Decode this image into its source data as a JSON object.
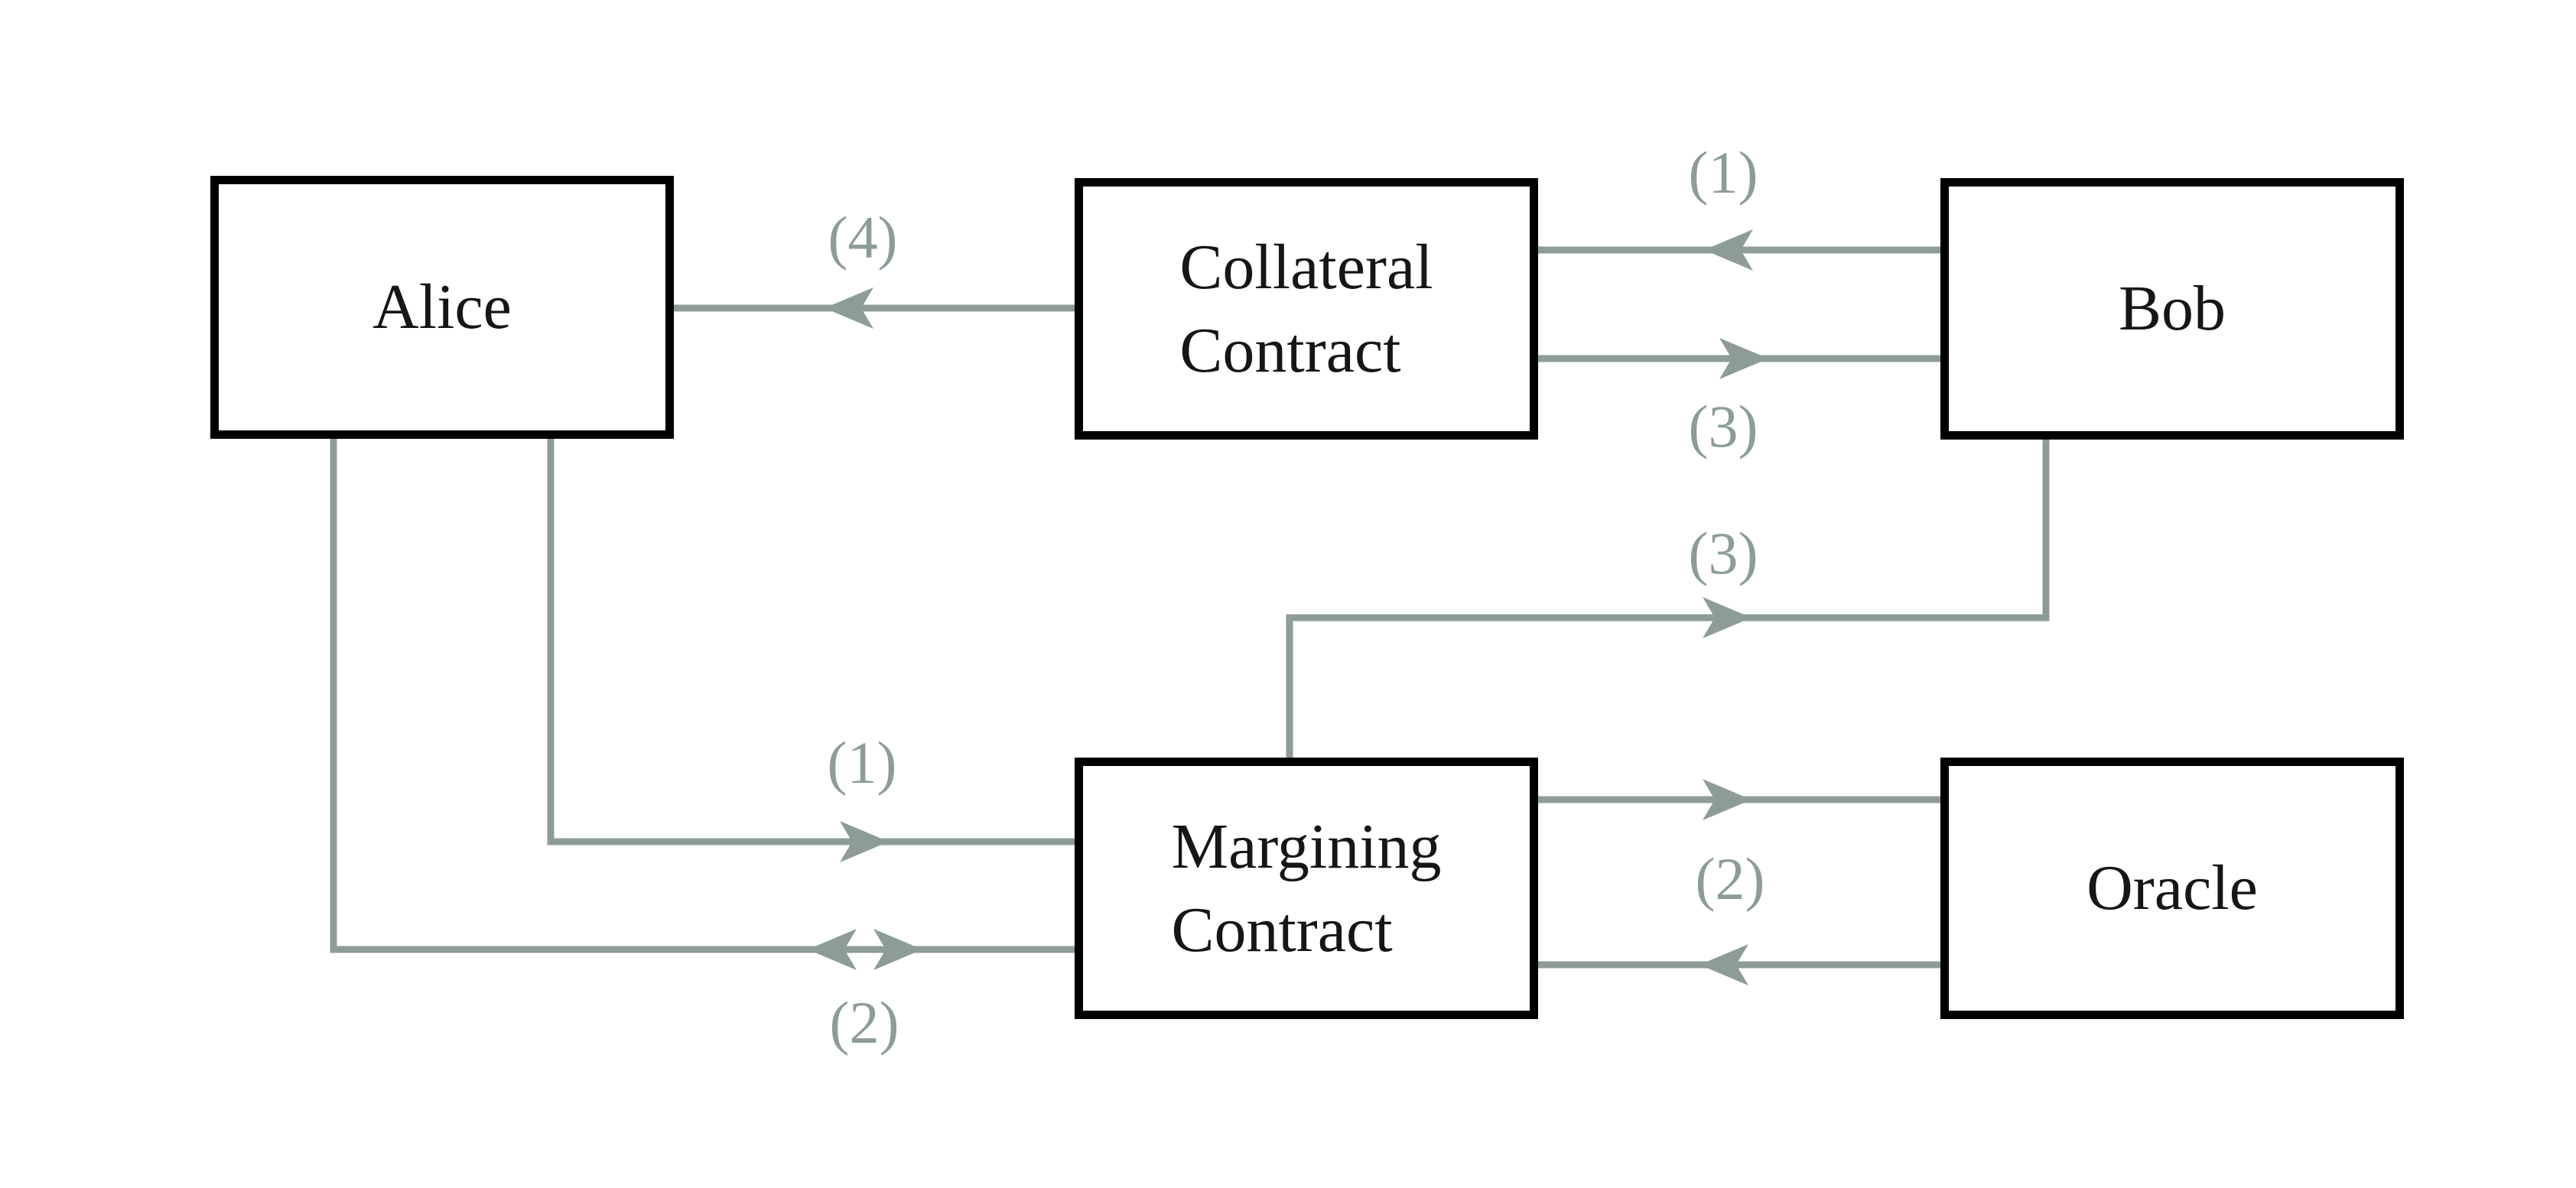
{
  "diagram": {
    "colors": {
      "line": "#8d9c96",
      "box_border": "#000000",
      "box_fill": "#ffffff",
      "text": "#161616",
      "background": "#ffffff"
    },
    "nodes": [
      {
        "id": "alice",
        "label": "Alice"
      },
      {
        "id": "collateral-contract",
        "label": "Collateral Contract"
      },
      {
        "id": "bob",
        "label": "Bob"
      },
      {
        "id": "margining-contract",
        "label": "Margining Contract"
      },
      {
        "id": "oracle",
        "label": "Oracle"
      }
    ],
    "edges": [
      {
        "id": "collateral-to-alice",
        "from": "Collateral Contract",
        "to": "Alice",
        "label": "(4)",
        "direction": "left"
      },
      {
        "id": "bob-to-collateral",
        "from": "Bob",
        "to": "Collateral Contract",
        "label": "(1)",
        "direction": "left"
      },
      {
        "id": "collateral-to-bob",
        "from": "Collateral Contract",
        "to": "Bob",
        "label": "(3)",
        "direction": "right"
      },
      {
        "id": "margining-to-bob",
        "from": "Margining Contract",
        "to": "Bob",
        "label": "(3)",
        "direction": "up-then-right"
      },
      {
        "id": "alice-to-margining",
        "from": "Alice",
        "to": "Margining Contract",
        "label": "(1)",
        "direction": "down-then-right"
      },
      {
        "id": "alice-margining-two-way",
        "from": "Alice",
        "to": "Margining Contract",
        "label": "(2)",
        "direction": "both"
      },
      {
        "id": "margining-to-oracle",
        "from": "Margining Contract",
        "to": "Oracle",
        "label": "",
        "direction": "right"
      },
      {
        "id": "oracle-to-margining",
        "from": "Oracle",
        "to": "Margining Contract",
        "label": "(2)",
        "direction": "left"
      }
    ]
  }
}
